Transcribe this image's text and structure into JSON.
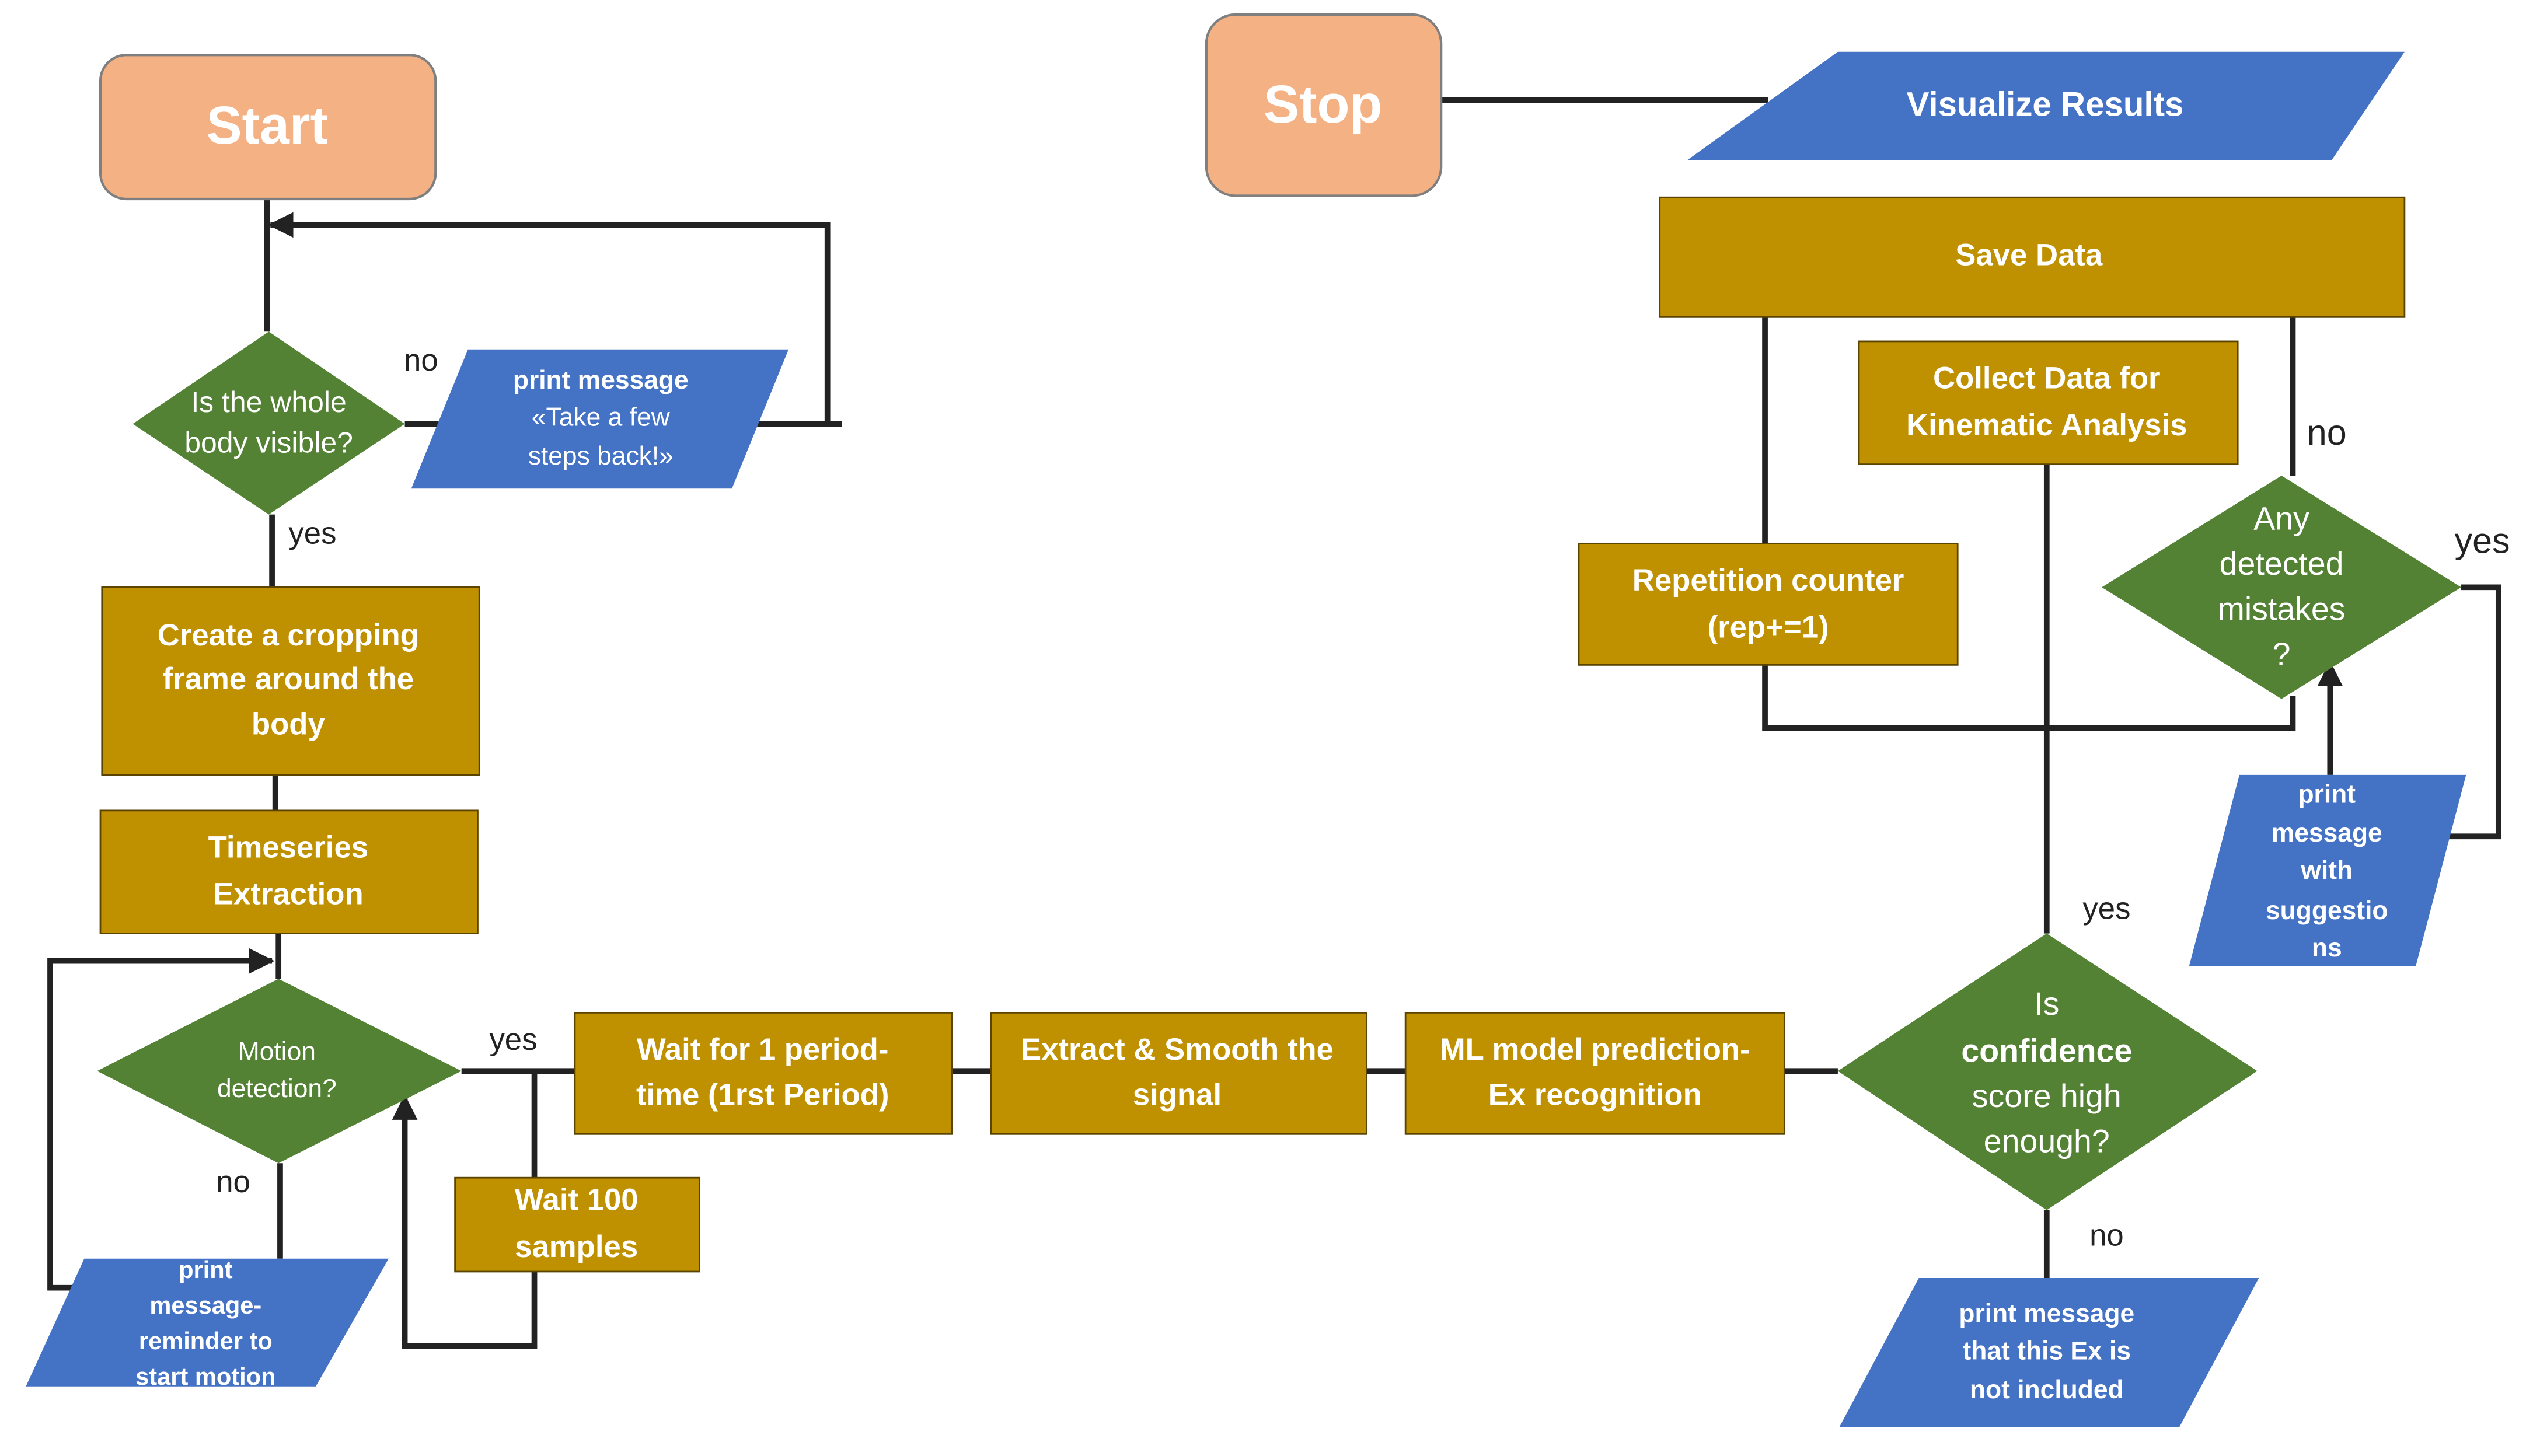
{
  "colors": {
    "terminal": "#F4B183",
    "process": "#BF9000",
    "decision": "#548235",
    "io": "#4472C4",
    "line": "#222222"
  },
  "nodes": {
    "start": "Start",
    "stop": "Stop",
    "visualize": "Visualize  Results",
    "save_data": "Save Data",
    "collect_data": [
      "Collect Data for",
      "Kinematic Analysis"
    ],
    "repetition_counter": [
      "Repetition counter",
      "(rep+=1)"
    ],
    "any_mistakes": [
      "Any",
      "detected",
      "mistakes",
      "?"
    ],
    "print_suggestions": [
      "print",
      "message",
      "with",
      "suggestio",
      "ns"
    ],
    "body_visible": [
      "Is the whole",
      "body visible?"
    ],
    "print_step_back": [
      "print message",
      "«Take a few",
      "steps back!»"
    ],
    "cropping_frame": [
      "Create a cropping",
      "frame around the",
      "body"
    ],
    "timeseries": [
      "Timeseries",
      "Extraction"
    ],
    "motion_detection": [
      "Motion",
      "detection?"
    ],
    "print_reminder": [
      "print",
      "message-",
      "reminder to",
      "start motion"
    ],
    "wait_period": [
      "Wait for 1 period-",
      "time (1rst Period)"
    ],
    "wait_samples": [
      "Wait 100",
      "samples"
    ],
    "extract_smooth": [
      "Extract & Smooth the",
      "signal"
    ],
    "ml_prediction": [
      "ML model prediction-",
      "Ex recognition"
    ],
    "confidence": [
      "Is",
      "confidence",
      "score high",
      "enough?"
    ],
    "print_not_included": [
      "print message",
      "that this Ex is",
      "not included"
    ]
  },
  "edge_labels": {
    "body_no": "no",
    "body_yes": "yes",
    "motion_yes": "yes",
    "motion_no": "no",
    "confidence_yes": "yes",
    "confidence_no": "no",
    "mistakes_no": "no",
    "mistakes_yes": "yes"
  }
}
